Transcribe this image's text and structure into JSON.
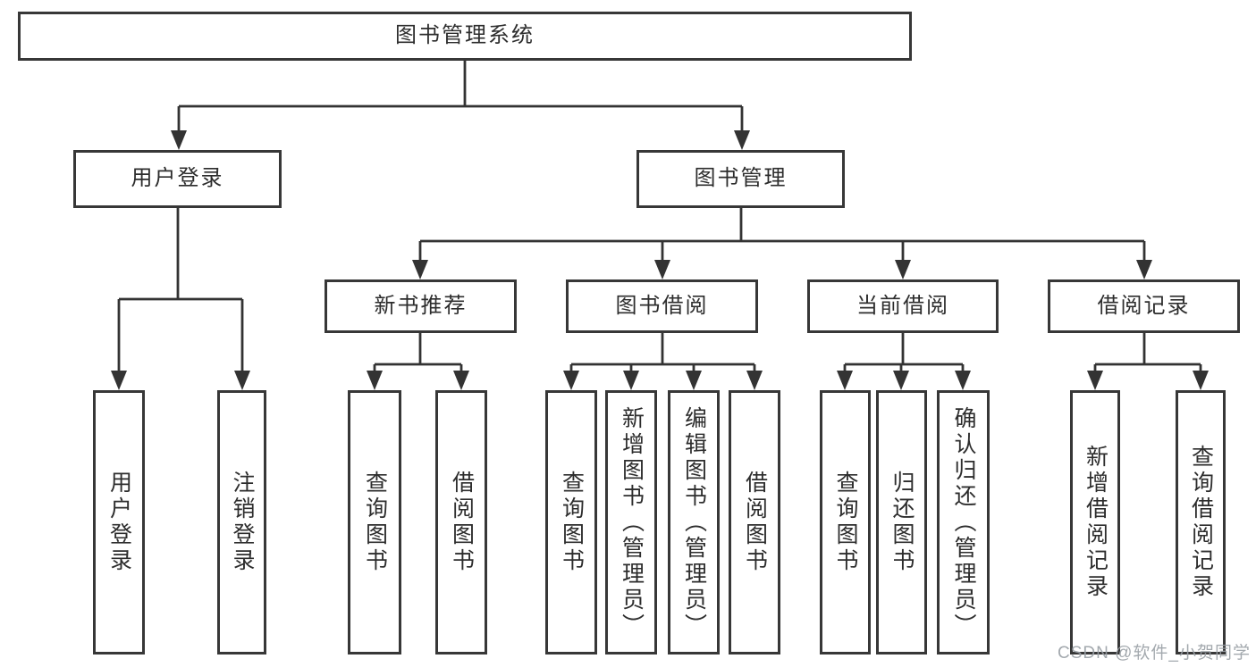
{
  "watermark": "CSDN @软件_小贺同学",
  "tree": {
    "label": "图书管理系统",
    "children": [
      {
        "label": "用户登录",
        "children": [
          {
            "label": "用户登录"
          },
          {
            "label": "注销登录"
          }
        ]
      },
      {
        "label": "图书管理",
        "children": [
          {
            "label": "新书推荐",
            "children": [
              {
                "label": "查询图书"
              },
              {
                "label": "借阅图书"
              }
            ]
          },
          {
            "label": "图书借阅",
            "children": [
              {
                "label": "查询图书"
              },
              {
                "label": "新增图书（管理员）"
              },
              {
                "label": "编辑图书（管理员）"
              },
              {
                "label": "借阅图书"
              }
            ]
          },
          {
            "label": "当前借阅",
            "children": [
              {
                "label": "查询图书"
              },
              {
                "label": "归还图书"
              },
              {
                "label": "确认归还（管理员）"
              }
            ]
          },
          {
            "label": "借阅记录",
            "children": [
              {
                "label": "新增借阅记录"
              },
              {
                "label": "查询借阅记录"
              }
            ]
          }
        ]
      }
    ]
  },
  "colors": {
    "line": "#333333",
    "border": "#373737",
    "text": "#2d2d2d",
    "watermark": "#9aa0a6"
  }
}
